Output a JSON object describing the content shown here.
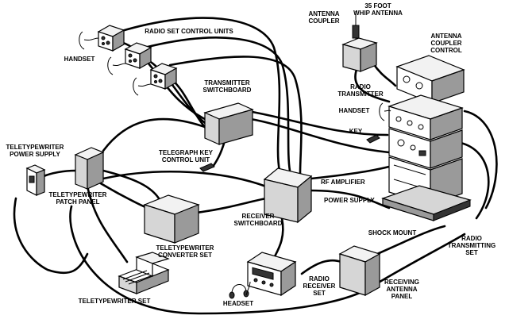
{
  "labels": {
    "radio_set_control_units": "RADIO SET CONTROL UNITS",
    "handset_left": "HANDSET",
    "whip_line1": "35 FOOT",
    "whip_line2": "WHIP ANTENNA",
    "antenna_coupler_line1": "ANTENNA",
    "antenna_coupler_line2": "COUPLER",
    "coupler_control_line1": "ANTENNA",
    "coupler_control_line2": "COUPLER",
    "coupler_control_line3": "CONTROL",
    "tx_switchboard_line1": "TRANSMITTER",
    "tx_switchboard_line2": "SWITCHBOARD",
    "radio_tx_line1": "RADIO",
    "radio_tx_line2": "TRANSMITTER",
    "handset_right": "HANDSET",
    "key": "KEY",
    "tty_power_line1": "TELETYPEWRITER",
    "tty_power_line2": "POWER SUPPLY",
    "telegraph_line1": "TELEGRAPH KEY",
    "telegraph_line2": "CONTROL UNIT",
    "tty_patch_line1": "TELETYPEWRITER",
    "tty_patch_line2": "PATCH PANEL",
    "rf_amplifier": "RF AMPLIFIER",
    "power_supply": "POWER SUPPLY",
    "rx_switchboard_line1": "RECEIVER",
    "rx_switchboard_line2": "SWITCHBOARD",
    "shock_mount": "SHOCK MOUNT",
    "tty_converter_line1": "TELETYPEWRITER",
    "tty_converter_line2": "CONVERTER SET",
    "radio_tx_set_line1": "RADIO",
    "radio_tx_set_line2": "TRANSMITTING",
    "radio_tx_set_line3": "SET",
    "radio_receiver_line1": "RADIO",
    "radio_receiver_line2": "RECEIVER",
    "radio_receiver_line3": "SET",
    "receiving_antenna_line1": "RECEIVING",
    "receiving_antenna_line2": "ANTENNA",
    "receiving_antenna_line3": "PANEL",
    "tty_set": "TELETYPEWRITER SET",
    "headset": "HEADSET"
  },
  "icons": [
    "handset",
    "key",
    "headset",
    "antenna",
    "teletypewriter"
  ]
}
